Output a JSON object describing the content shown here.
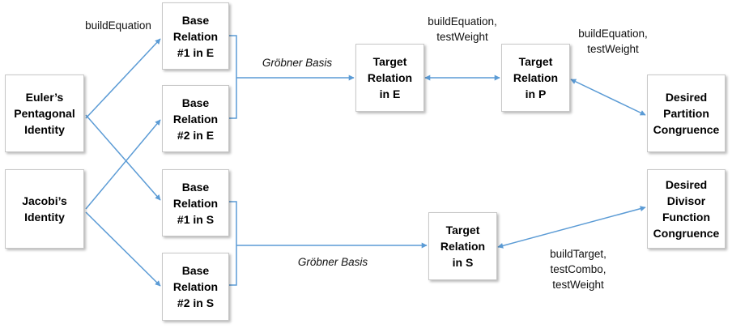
{
  "nodes": {
    "euler": "Euler’s\nPentagonal\nIdentity",
    "jacobi": "Jacobi’s\nIdentity",
    "base1_e": "Base\nRelation\n#1 in E",
    "base2_e": "Base\nRelation\n#2 in E",
    "base1_s": "Base\nRelation\n#1 in S",
    "base2_s": "Base\nRelation\n#2 in S",
    "target_e": "Target\nRelation\nin E",
    "target_p": "Target\nRelation\nin P",
    "target_s": "Target\nRelation\nin S",
    "partition": "Desired\nPartition\nCongruence",
    "divisor": "Desired\nDivisor\nFunction\nCongruence"
  },
  "labels": {
    "build_equation": "buildEquation",
    "groebner_top": "Gröbner Basis",
    "groebner_bottom": "Gröbner Basis",
    "e_to_p": "buildEquation,\ntestWeight",
    "p_to_partition": "buildEquation,\ntestWeight",
    "s_to_divisor": "buildTarget,\ntestCombo,\ntestWeight"
  },
  "colors": {
    "line": "#5b9bd5",
    "border": "#c7c7c7"
  }
}
